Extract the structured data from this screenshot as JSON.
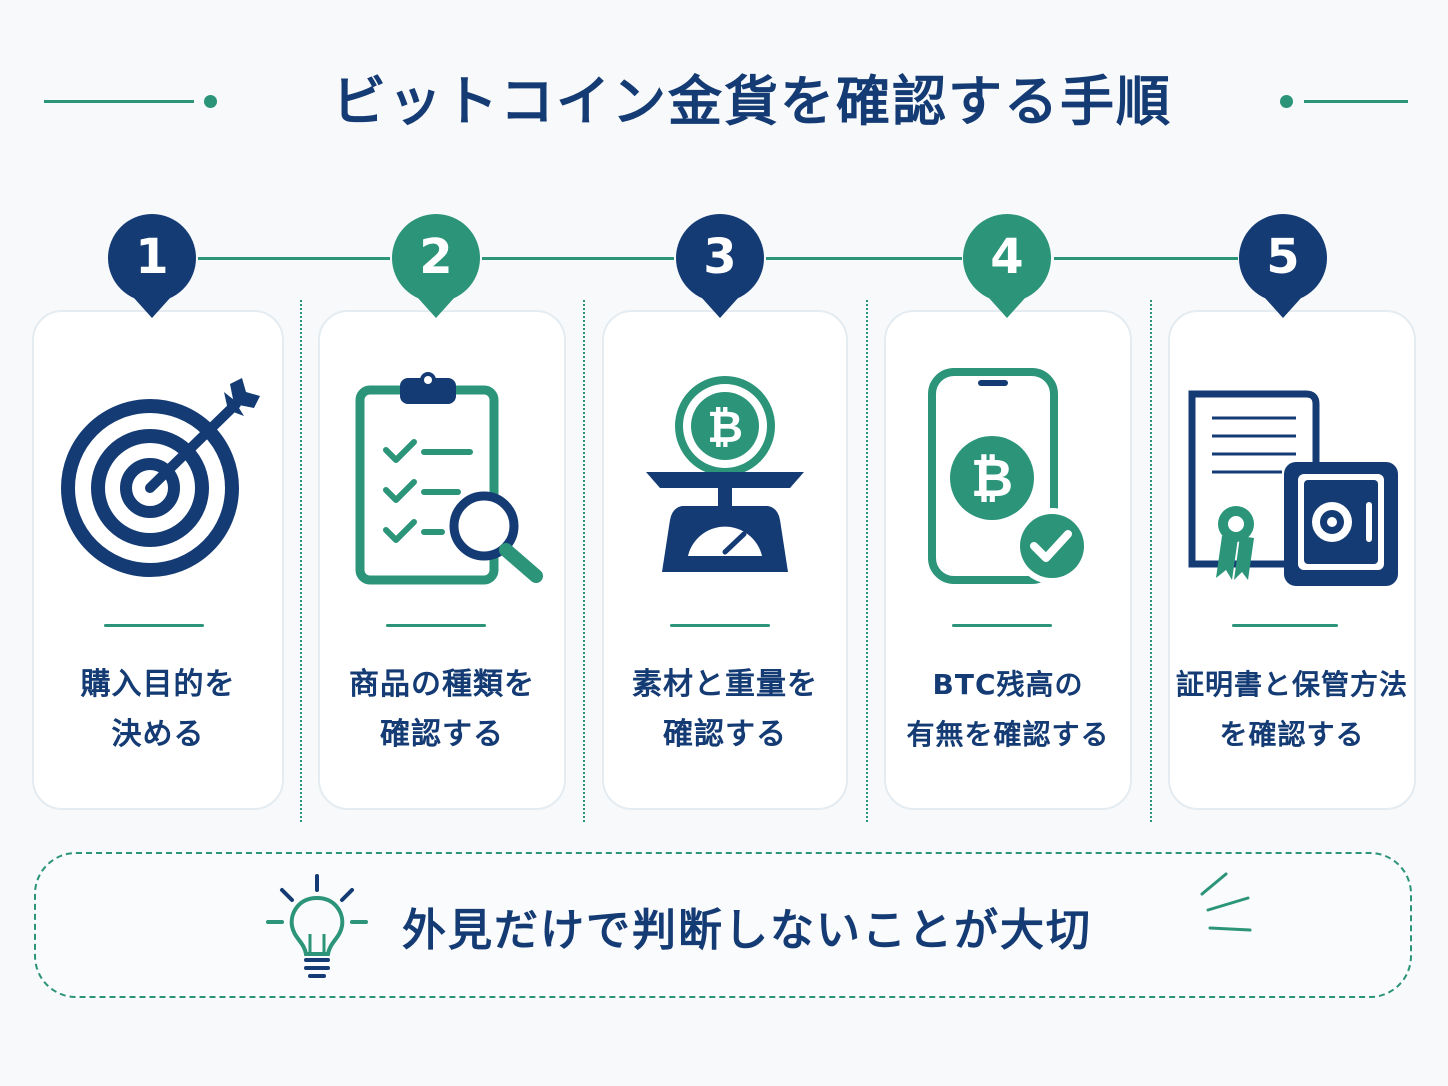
{
  "title": "ビットコイン金貨を確認する手順",
  "colors": {
    "navy": "#143b74",
    "green": "#2b9479",
    "card_border": "#e4ecf1",
    "background": "#f7f9fa"
  },
  "steps": [
    {
      "number": "1",
      "badge_color": "navy",
      "icon": "target-icon",
      "line1": "購入目的を",
      "line2": "決める"
    },
    {
      "number": "2",
      "badge_color": "green",
      "icon": "clipboard-search-icon",
      "line1": "商品の種類を",
      "line2": "確認する"
    },
    {
      "number": "3",
      "badge_color": "navy",
      "icon": "bitcoin-scale-icon",
      "line1": "素材と重量を",
      "line2": "確認する"
    },
    {
      "number": "4",
      "badge_color": "green",
      "icon": "smartphone-bitcoin-check-icon",
      "line1": "BTC残高の",
      "line2": "有無を確認する"
    },
    {
      "number": "5",
      "badge_color": "navy",
      "icon": "certificate-safe-icon",
      "line1": "証明書と保管方法",
      "line2": "を確認する"
    }
  ],
  "tip": {
    "icon": "lightbulb-icon",
    "text": "外見だけで判断しないことが大切"
  }
}
